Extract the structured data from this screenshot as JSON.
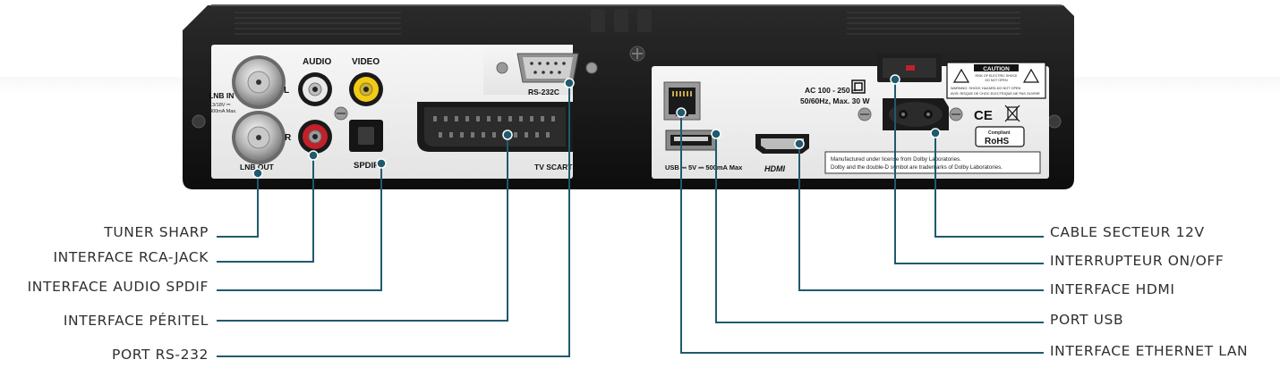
{
  "panel_text": {
    "lnb_in": "LNB IN",
    "lnb_in_spec_1": "13/18V ⎓",
    "lnb_in_spec_2": "400mA Max.",
    "lnb_out": "LNB OUT",
    "audio": "AUDIO",
    "video": "VIDEO",
    "audio_l": "L",
    "audio_r": "R",
    "spdif": "SPDIF",
    "rs232c": "RS-232C",
    "tv_scart": "TV SCART",
    "usb": "USB ⎓ 5V ⎓ 500mA Max",
    "hdmi": "HDMI",
    "power_1": "AC 100 - 250 ~",
    "power_2": "50/60Hz, Max. 30 W",
    "caution": "CAUTION",
    "caution_sub_1": "RISK OF ELECTRIC SHOCK",
    "caution_sub_2": "DO NOT OPEN",
    "warning_1": "WARNING: SHOCK HAZARD-DO NOT OPEN",
    "warning_2": "AVIS: RISQUE DE CHOC ELECTRIQUE-NE PAS OUVRIR",
    "ce": "CE",
    "rohs_1": "Compliant",
    "rohs_2": "RoHS",
    "dolby_1": "Manufactured under license from Dolby Laboratories.",
    "dolby_2": "Dolby and the double-D symbol are trademarks of Dolby Laboratories."
  },
  "callouts_left": [
    {
      "label": "TUNER SHARP"
    },
    {
      "label": "INTERFACE RCA-JACK"
    },
    {
      "label": "INTERFACE AUDIO SPDIF"
    },
    {
      "label": "INTERFACE PÉRITEL"
    },
    {
      "label": "PORT RS-232"
    }
  ],
  "callouts_right": [
    {
      "label": "CABLE SECTEUR 12V"
    },
    {
      "label": "INTERRUPTEUR ON/OFF"
    },
    {
      "label": "INTERFACE HDMI"
    },
    {
      "label": "PORT USB"
    },
    {
      "label": "INTERFACE ETHERNET LAN"
    }
  ],
  "colors": {
    "leader_line": "#1f5a6e",
    "chassis": "#1b1b1b",
    "panel": "#f1f1f1"
  }
}
